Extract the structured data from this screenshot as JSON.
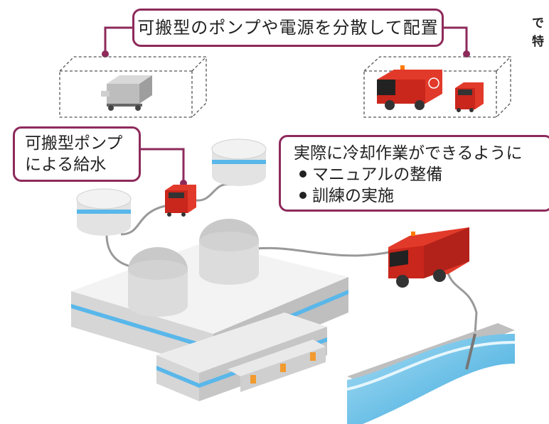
{
  "callouts": {
    "mobile_equipment": "可搬型のポンプや電源を分散して配置",
    "pump_supply": [
      "可搬型ポンプ",
      "による給水"
    ],
    "drill": {
      "heading": "実際に冷却作業ができるように",
      "bullets": [
        "マニュアルの整備",
        "訓練の実施"
      ]
    }
  },
  "edge_text": [
    "で",
    "特"
  ],
  "colors": {
    "callout_border": "#8d2a5b",
    "truck_red": "#d62b1f",
    "building_stripe": "#59b7ea",
    "water": "#4fb4e3"
  },
  "icons": [
    "mobile-power-generator-icon",
    "fire-truck-icon",
    "portable-pump-icon",
    "water-tank-icon",
    "reactor-building-icon",
    "seawater-channel-icon"
  ]
}
